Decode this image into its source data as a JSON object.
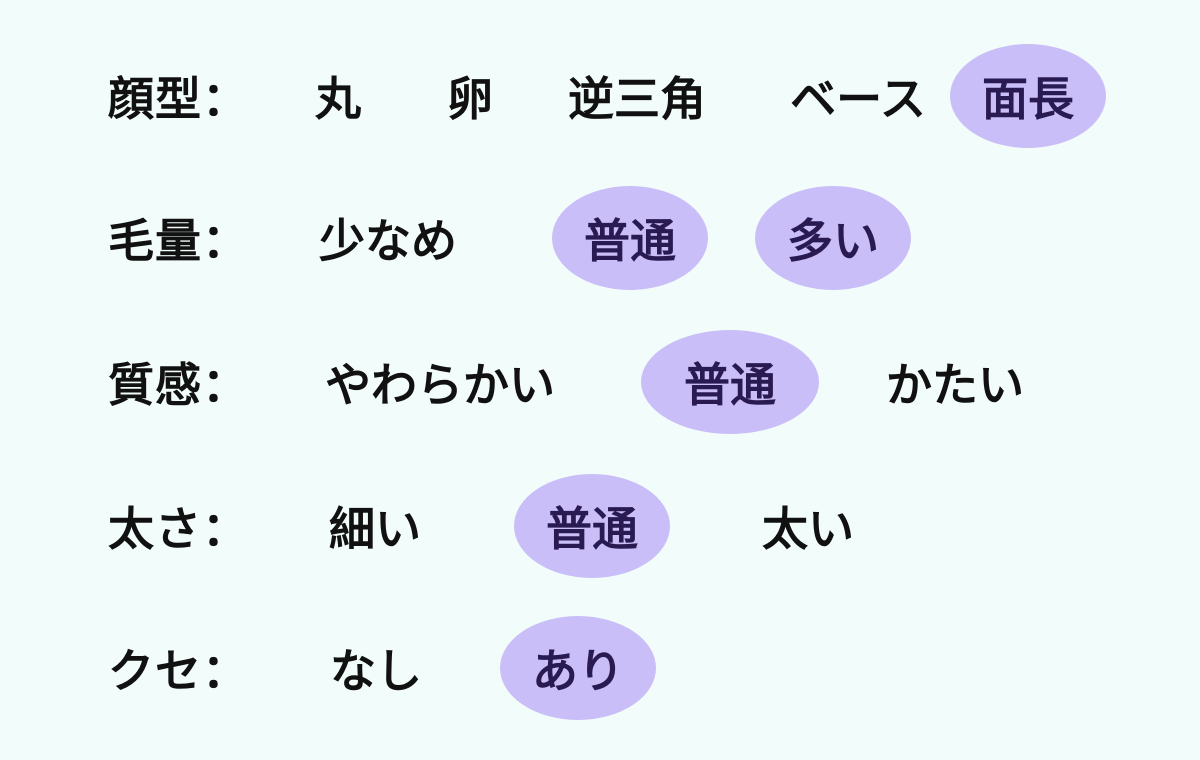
{
  "colors": {
    "background": "#f2fdfb",
    "text": "#111111",
    "selected_fill": "#c9bef8",
    "selected_text": "#2a1a52"
  },
  "rows": [
    {
      "id": "face-shape",
      "label": "顔型：",
      "options": [
        {
          "text": "丸",
          "selected": false
        },
        {
          "text": "卵",
          "selected": false
        },
        {
          "text": "逆三角",
          "selected": false
        },
        {
          "text": "ベース",
          "selected": false
        },
        {
          "text": "面長",
          "selected": true
        }
      ]
    },
    {
      "id": "hair-volume",
      "label": "毛量：",
      "options": [
        {
          "text": "少なめ",
          "selected": false
        },
        {
          "text": "普通",
          "selected": true
        },
        {
          "text": "多い",
          "selected": true
        }
      ]
    },
    {
      "id": "hair-texture",
      "label": "質感：",
      "options": [
        {
          "text": "やわらかい",
          "selected": false
        },
        {
          "text": "普通",
          "selected": true
        },
        {
          "text": "かたい",
          "selected": false
        }
      ]
    },
    {
      "id": "hair-thickness",
      "label": "太さ：",
      "options": [
        {
          "text": "細い",
          "selected": false
        },
        {
          "text": "普通",
          "selected": true
        },
        {
          "text": "太い",
          "selected": false
        }
      ]
    },
    {
      "id": "hair-wave",
      "label": "クセ：",
      "options": [
        {
          "text": "なし",
          "selected": false
        },
        {
          "text": "あり",
          "selected": true
        }
      ]
    }
  ]
}
